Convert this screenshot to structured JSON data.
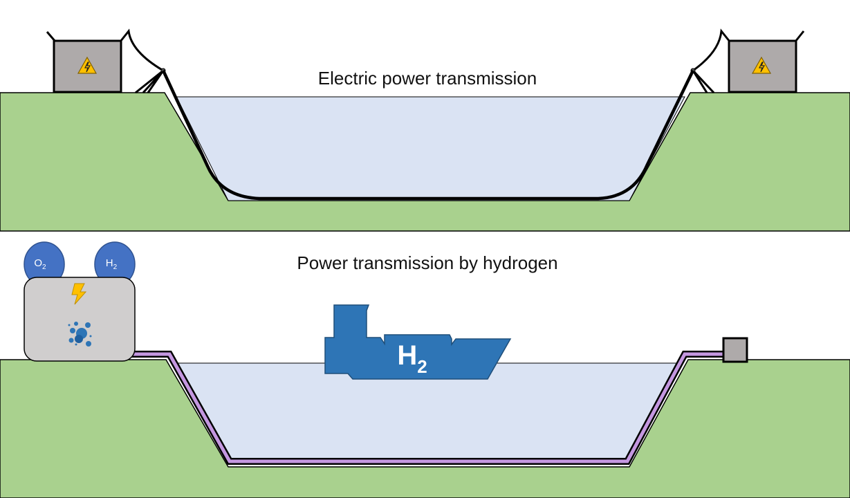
{
  "panels": {
    "electric": {
      "title": "Electric power transmission",
      "left_station_icon": "high-voltage-warning-icon",
      "right_station_icon": "high-voltage-warning-icon"
    },
    "hydrogen": {
      "title": "Power transmission by hydrogen",
      "tank_left_label": "O",
      "tank_left_sub": "2",
      "tank_right_label": "H",
      "tank_right_sub": "2",
      "electrolyzer_icons": [
        "lightning-icon",
        "bubbles-icon"
      ],
      "ship_label": "H",
      "ship_sub": "2"
    }
  },
  "colors": {
    "land": "#a9d18e",
    "water": "#dae3f3",
    "station": "#aeaaaa",
    "electrolyzer": "#d0cece",
    "tank": "#4472c4",
    "ship": "#2e75b6",
    "pipeline": "#c497e0",
    "warning": "#ffc000",
    "cable": "#000000"
  }
}
